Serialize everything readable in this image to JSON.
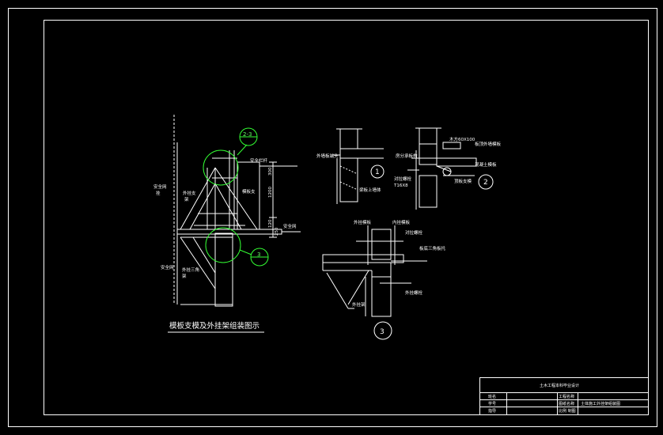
{
  "drawing": {
    "caption": "模板支模及外挂架组装图示",
    "detail_numbers": [
      "1",
      "2",
      "3"
    ],
    "callouts": [
      "2-3",
      "3"
    ],
    "dimensions": [
      "300",
      "1200",
      "120",
      "250"
    ]
  },
  "detail1": {
    "label_left": "外墙板端头",
    "label_bottom": "梁板上墙体"
  },
  "detail2": {
    "label_top": "木方60X100",
    "label_left": "房分承板构",
    "label_bolt": "对拉螺栓",
    "label_bolt_spec": "T16X8",
    "label_right_top": "板顶外墙模板",
    "label_right_mid": "混凝土模板",
    "label_right_bottom": "顶板支模"
  },
  "detail3": {
    "label_top_left": "外挂模板",
    "label_top_right": "内挂模板",
    "label_right_1": "对拉螺栓",
    "label_right_2": "板底三角板托",
    "label_right_3": "外挂螺栓",
    "label_bottom": "外挂架"
  },
  "elevation": {
    "label_safety_net": "安全网",
    "label_post": "挂",
    "label_scaffold": "外挂支",
    "label_scaffold_2": "架",
    "label_template": "模板支",
    "label_bracket": "外挂三角",
    "label_bracket_2": "架",
    "label_bottom": "安全网",
    "label_right_1": "安全栏杆",
    "label_right_2": "安全网"
  },
  "title_block": {
    "project": "土木工程本科毕业设计",
    "row1_left": "班名",
    "row1_mid": "工程名称",
    "row2_left": "学号",
    "row2_mid": "图纸名称",
    "row2_right": "土体施工外挂架组装图",
    "row3_left": "指导",
    "row3_mid": "比例 制图"
  }
}
